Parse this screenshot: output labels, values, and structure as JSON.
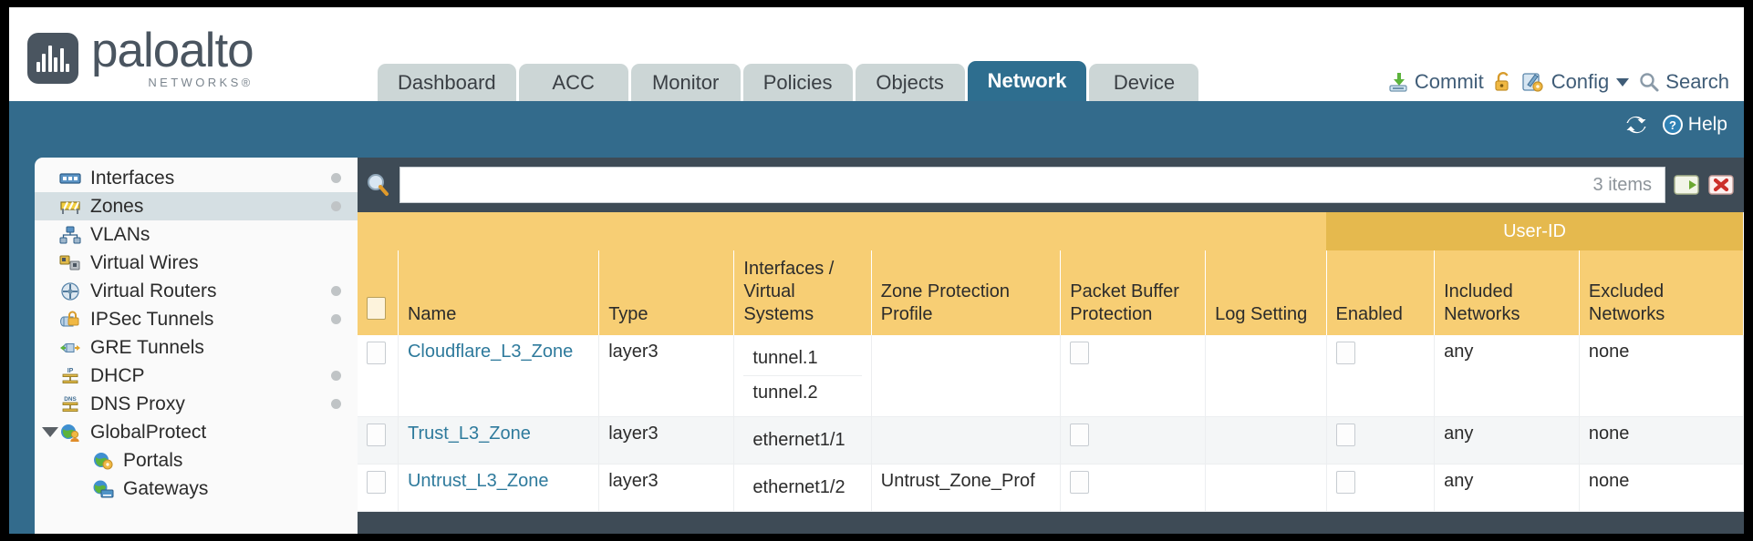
{
  "brand": {
    "name": "paloalto",
    "tagline": "NETWORKS",
    "registered": "®"
  },
  "tabs": [
    {
      "label": "Dashboard",
      "active": false
    },
    {
      "label": "ACC",
      "active": false
    },
    {
      "label": "Monitor",
      "active": false
    },
    {
      "label": "Policies",
      "active": false
    },
    {
      "label": "Objects",
      "active": false
    },
    {
      "label": "Network",
      "active": true
    },
    {
      "label": "Device",
      "active": false
    }
  ],
  "header_actions": {
    "commit": "Commit",
    "lock_icon": "padlock-icon",
    "config": "Config",
    "search": "Search"
  },
  "band": {
    "refresh_icon": "refresh-icon",
    "help": "Help"
  },
  "sidebar": {
    "items": [
      {
        "label": "Interfaces",
        "icon": "interfaces-icon",
        "selected": false,
        "dot": true,
        "child": false,
        "caret": false
      },
      {
        "label": "Zones",
        "icon": "zones-icon",
        "selected": true,
        "dot": true,
        "child": false,
        "caret": false
      },
      {
        "label": "VLANs",
        "icon": "vlans-icon",
        "selected": false,
        "dot": false,
        "child": false,
        "caret": false
      },
      {
        "label": "Virtual Wires",
        "icon": "virtual-wires-icon",
        "selected": false,
        "dot": false,
        "child": false,
        "caret": false
      },
      {
        "label": "Virtual Routers",
        "icon": "virtual-routers-icon",
        "selected": false,
        "dot": true,
        "child": false,
        "caret": false
      },
      {
        "label": "IPSec Tunnels",
        "icon": "ipsec-tunnels-icon",
        "selected": false,
        "dot": true,
        "child": false,
        "caret": false
      },
      {
        "label": "GRE Tunnels",
        "icon": "gre-tunnels-icon",
        "selected": false,
        "dot": false,
        "child": false,
        "caret": false
      },
      {
        "label": "DHCP",
        "icon": "dhcp-icon",
        "selected": false,
        "dot": true,
        "child": false,
        "caret": false
      },
      {
        "label": "DNS Proxy",
        "icon": "dns-proxy-icon",
        "selected": false,
        "dot": true,
        "child": false,
        "caret": false
      },
      {
        "label": "GlobalProtect",
        "icon": "globalprotect-icon",
        "selected": false,
        "dot": false,
        "child": false,
        "caret": true
      },
      {
        "label": "Portals",
        "icon": "portals-icon",
        "selected": false,
        "dot": false,
        "child": true,
        "caret": false
      },
      {
        "label": "Gateways",
        "icon": "gateways-icon",
        "selected": false,
        "dot": false,
        "child": true,
        "caret": false
      }
    ]
  },
  "search": {
    "value": "",
    "placeholder": "",
    "items_count": "3 items",
    "icon": "search-magnifier-icon",
    "apply_icon": "green-arrow-icon",
    "clear_icon": "red-x-icon"
  },
  "table": {
    "group_header": "User-ID",
    "columns": [
      "Name",
      "Type",
      "Interfaces / Virtual Systems",
      "Zone Protection Profile",
      "Packet Buffer Protection",
      "Log Setting",
      "Enabled",
      "Included Networks",
      "Excluded Networks"
    ],
    "rows": [
      {
        "selected": false,
        "name": "Cloudflare_L3_Zone",
        "type": "layer3",
        "interfaces": [
          "tunnel.1",
          "tunnel.2"
        ],
        "zone_protection_profile": "",
        "packet_buffer_protection": false,
        "log_setting": "",
        "userid_enabled": false,
        "included_networks": "any",
        "excluded_networks": "none"
      },
      {
        "selected": false,
        "name": "Trust_L3_Zone",
        "type": "layer3",
        "interfaces": [
          "ethernet1/1"
        ],
        "zone_protection_profile": "",
        "packet_buffer_protection": false,
        "log_setting": "",
        "userid_enabled": false,
        "included_networks": "any",
        "excluded_networks": "none"
      },
      {
        "selected": false,
        "name": "Untrust_L3_Zone",
        "type": "layer3",
        "interfaces": [
          "ethernet1/2"
        ],
        "zone_protection_profile": "Untrust_Zone_Prof",
        "packet_buffer_protection": false,
        "log_setting": "",
        "userid_enabled": false,
        "included_networks": "any",
        "excluded_networks": "none"
      }
    ]
  },
  "colors": {
    "brand_slate": "#4a5560",
    "band_blue": "#336b8c",
    "active_tab": "#2e6e8f",
    "tab_gray": "#ccd6d6",
    "header_amber": "#f7ce74",
    "group_amber": "#e5b94e",
    "toolbar_slate": "#3e4b56",
    "link_teal": "#2e7a9c"
  }
}
